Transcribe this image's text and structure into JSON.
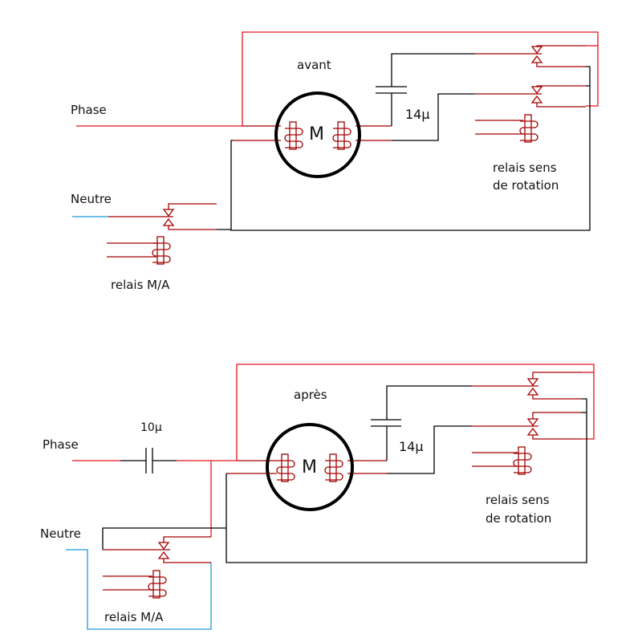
{
  "colors": {
    "phase_red": "#e3131b",
    "wire_darkred": "#a50000",
    "wire_black": "#000000",
    "neutral_blue": "#1a9ad6"
  },
  "top": {
    "title": "avant",
    "phase": "Phase",
    "neutre": "Neutre",
    "motor": "M",
    "capacitor": "14µ",
    "relay_direction_line1": "relais sens",
    "relay_direction_line2": "de rotation",
    "relay_onoff": "relais M/A"
  },
  "bottom": {
    "title": "après",
    "phase": "Phase",
    "neutre": "Neutre",
    "motor": "M",
    "capacitor_start": "10µ",
    "capacitor": "14µ",
    "relay_direction_line1": "relais sens",
    "relay_direction_line2": "de rotation",
    "relay_onoff": "relais M/A"
  }
}
